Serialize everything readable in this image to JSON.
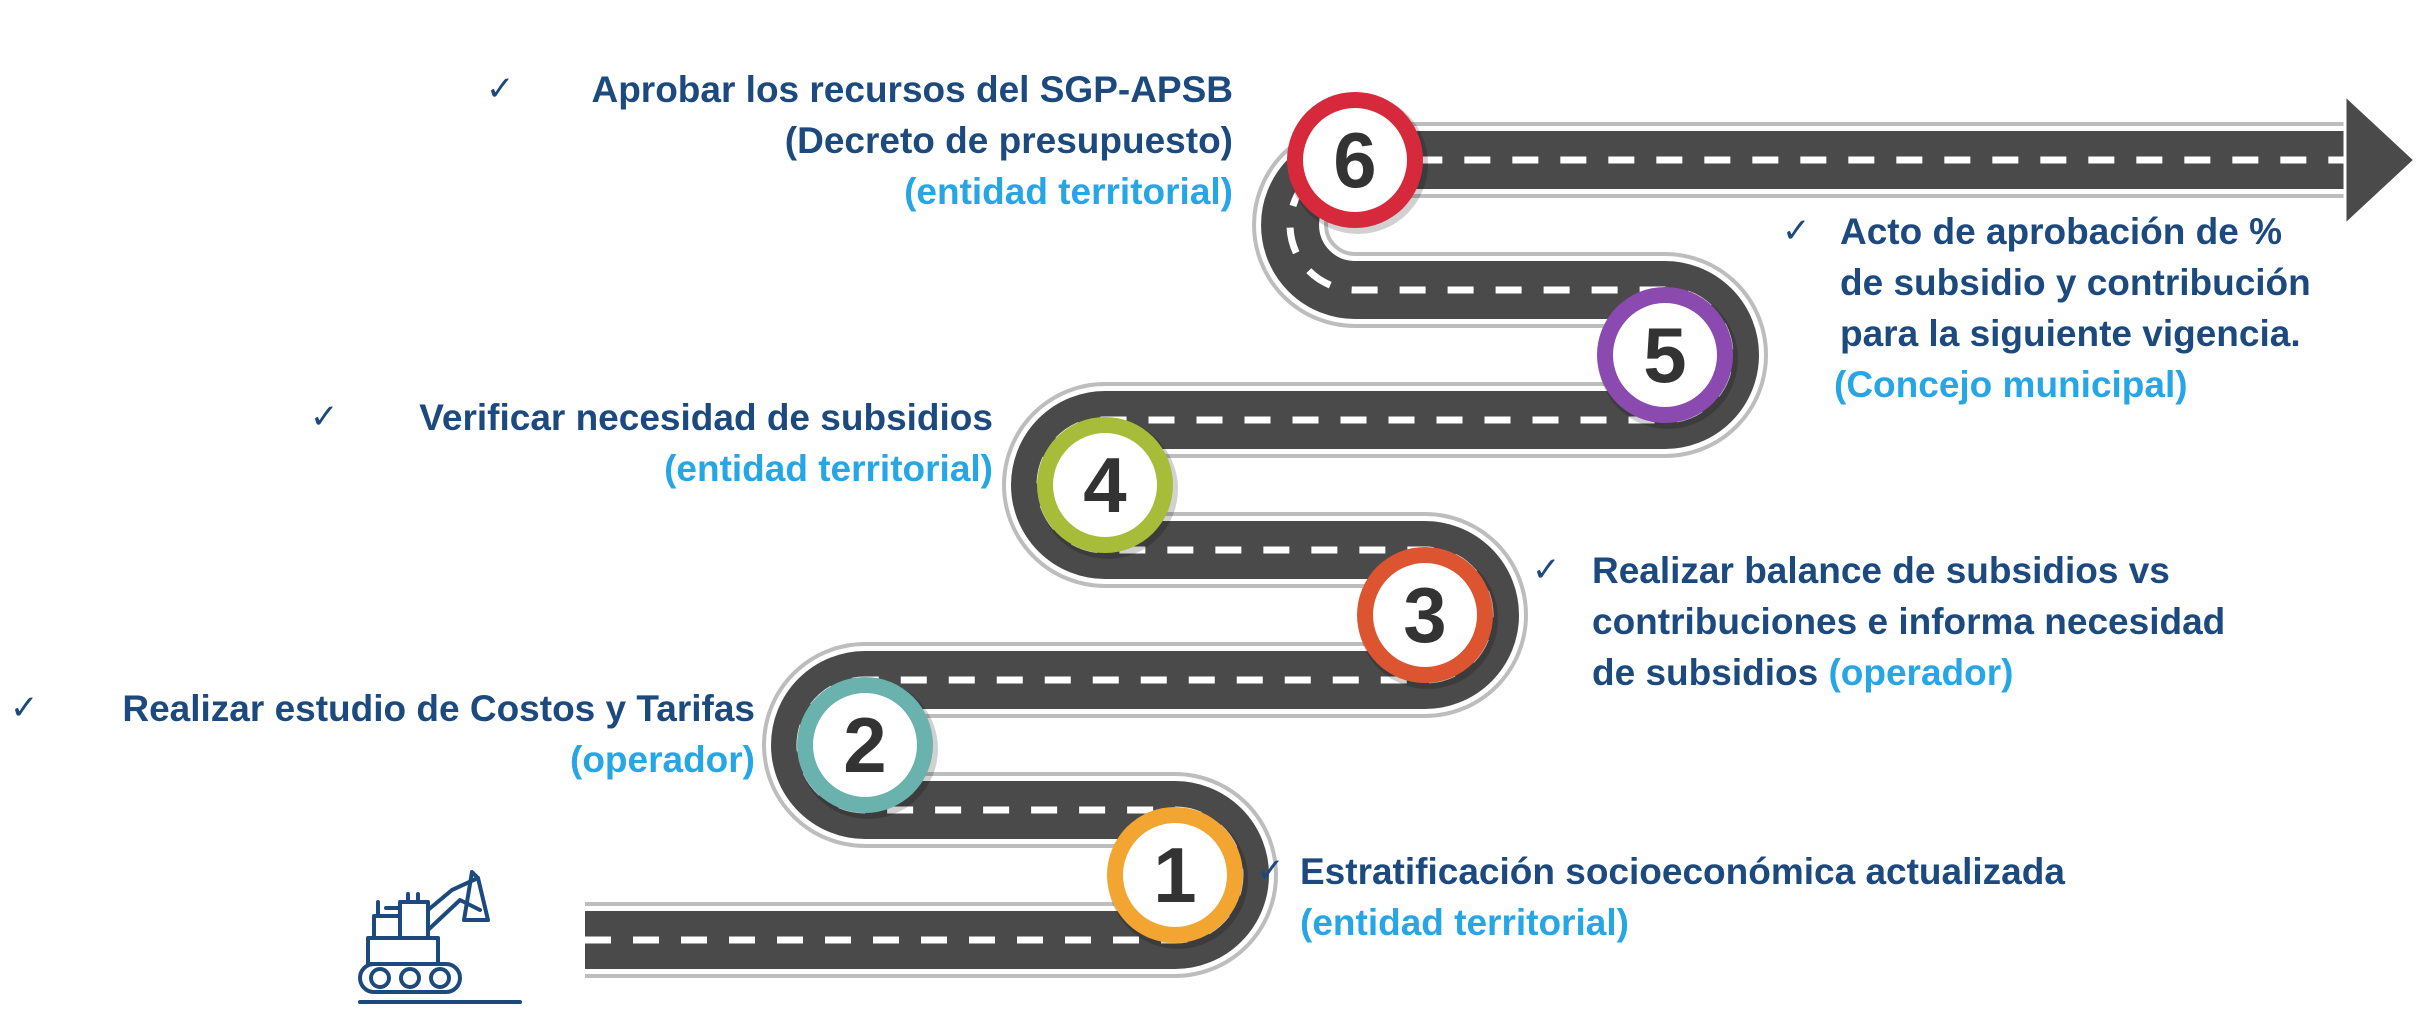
{
  "colors": {
    "road": "#4a4a4a",
    "road_edge": "#ffffff",
    "road_outline": "#cfcfcf",
    "text_primary": "#1c4a7e",
    "text_accent": "#27a6e6",
    "icon": "#1c4a7e"
  },
  "check_glyph": "✓",
  "steps": [
    {
      "number": "1",
      "ring_color": "#f2a531",
      "lines": [
        "Estratificación socioeconómica actualizada"
      ],
      "role_line": "(entidad territorial)"
    },
    {
      "number": "2",
      "ring_color": "#6ab2ad",
      "lines": [
        "Realizar estudio de Costos y Tarifas"
      ],
      "role_line": "(operador)"
    },
    {
      "number": "3",
      "ring_color": "#dc5530",
      "lines": [
        "Realizar balance de subsidios vs",
        "contribuciones e informa necesidad"
      ],
      "last_line": "de subsidios",
      "role_inline": "(operador)"
    },
    {
      "number": "4",
      "ring_color": "#a7bd39",
      "lines": [
        "Verificar necesidad de subsidios"
      ],
      "role_line": "(entidad territorial)"
    },
    {
      "number": "5",
      "ring_color": "#8a4ab0",
      "lines": [
        "Acto de aprobación de %",
        "de subsidio y contribución",
        "para la siguiente vigencia."
      ],
      "role_line": "(Concejo municipal)"
    },
    {
      "number": "6",
      "ring_color": "#d62a3c",
      "lines": [
        "Aprobar los recursos del SGP-APSB",
        "(Decreto de presupuesto)"
      ],
      "role_line": "(entidad territorial)"
    }
  ],
  "icons": {
    "construction": "loader-machine-icon",
    "direction": "arrow-right-icon"
  }
}
